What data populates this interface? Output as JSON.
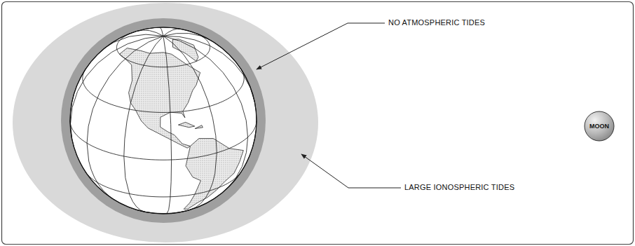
{
  "diagram": {
    "nodes": [
      {
        "text": [
          "MOON"
        ]
      }
    ],
    "labels": [
      "NO ATMOSPHERIC TIDES",
      "LARGE IONOSPHERIC TIDES"
    ]
  }
}
